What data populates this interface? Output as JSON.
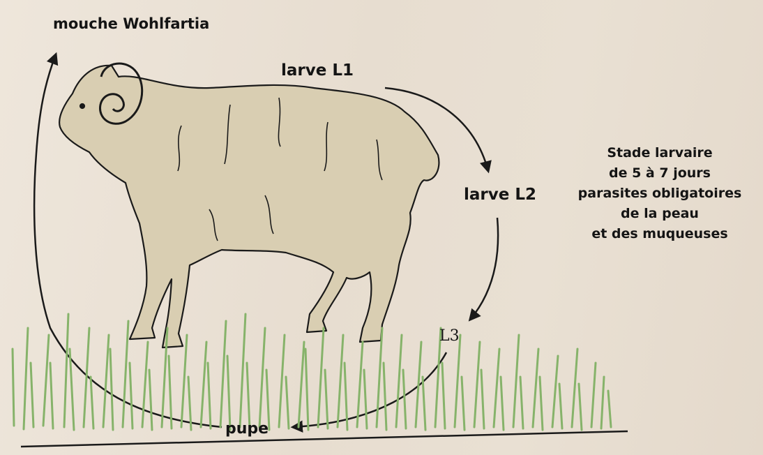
{
  "labels": {
    "fly": "mouche Wohlfartia",
    "larva_l1": "larve L1",
    "larva_l2": "larve L2",
    "larva_l3": "L3",
    "pupa": "pupe"
  },
  "note_lines": [
    "Stade larvaire",
    "de 5 à 7 jours",
    "parasites obligatoires",
    "de la peau",
    "et des muqueuses"
  ],
  "colors": {
    "paper": "#e9e0d4",
    "sheep_fill": "#d9ceb2",
    "ink": "#1a1a1a",
    "grass": "#86b36a"
  },
  "icons": {
    "animal": "sheep-icon",
    "vegetation": "grass-icon"
  }
}
